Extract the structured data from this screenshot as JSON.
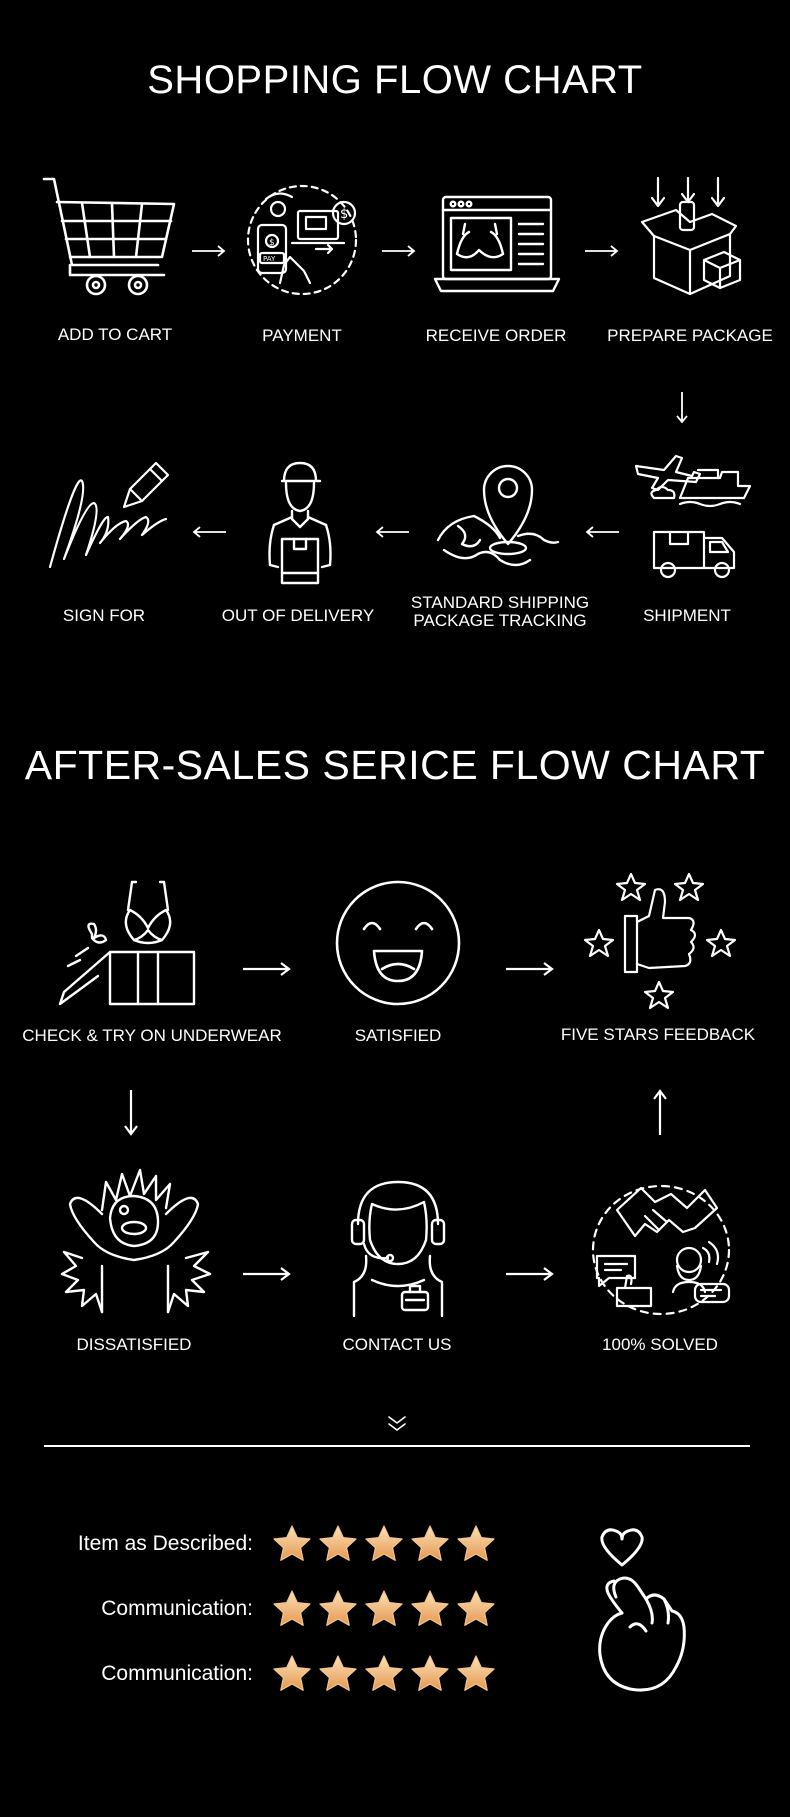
{
  "shopping_title": "SHOPPING FLOW CHART",
  "after_sales_title": "AFTER-SALES SERICE FLOW CHART",
  "shopping_steps": [
    {
      "label": "ADD TO CART",
      "icon": "shopping-cart-icon"
    },
    {
      "label": "PAYMENT",
      "icon": "payment-icon"
    },
    {
      "label": "RECEIVE  ORDER",
      "icon": "laptop-order-icon"
    },
    {
      "label": "PREPARE PACKAGE",
      "icon": "package-icon"
    },
    {
      "label": "SHIPMENT",
      "icon": "shipment-icon"
    },
    {
      "label": "STANDARD SHIPPING",
      "label2": "PACKAGE TRACKING",
      "icon": "map-pin-icon"
    },
    {
      "label": "OUT OF DELIVERY",
      "icon": "delivery-man-icon"
    },
    {
      "label": "SIGN FOR",
      "icon": "signature-icon"
    }
  ],
  "after_sales_steps": [
    {
      "label": "CHECK & TRY ON UNDERWEAR",
      "icon": "gift-box-bra-icon"
    },
    {
      "label": "SATISFIED",
      "icon": "smiley-face-icon"
    },
    {
      "label": "FIVE STARS FEEDBACK",
      "icon": "thumbs-up-stars-icon"
    },
    {
      "label": "DISSATISFIED",
      "icon": "angry-person-icon"
    },
    {
      "label": "CONTACT US",
      "icon": "support-agent-icon"
    },
    {
      "label": "100% SOLVED",
      "icon": "handshake-icon"
    }
  ],
  "ratings": [
    {
      "label": "Item as Described:",
      "stars": 5
    },
    {
      "label": "Communication:",
      "stars": 5
    },
    {
      "label": "Communication:",
      "stars": 5
    }
  ],
  "colors": {
    "background": "#000000",
    "foreground": "#ffffff",
    "star_light": "#f9dcae",
    "star_dark": "#e79d57"
  }
}
